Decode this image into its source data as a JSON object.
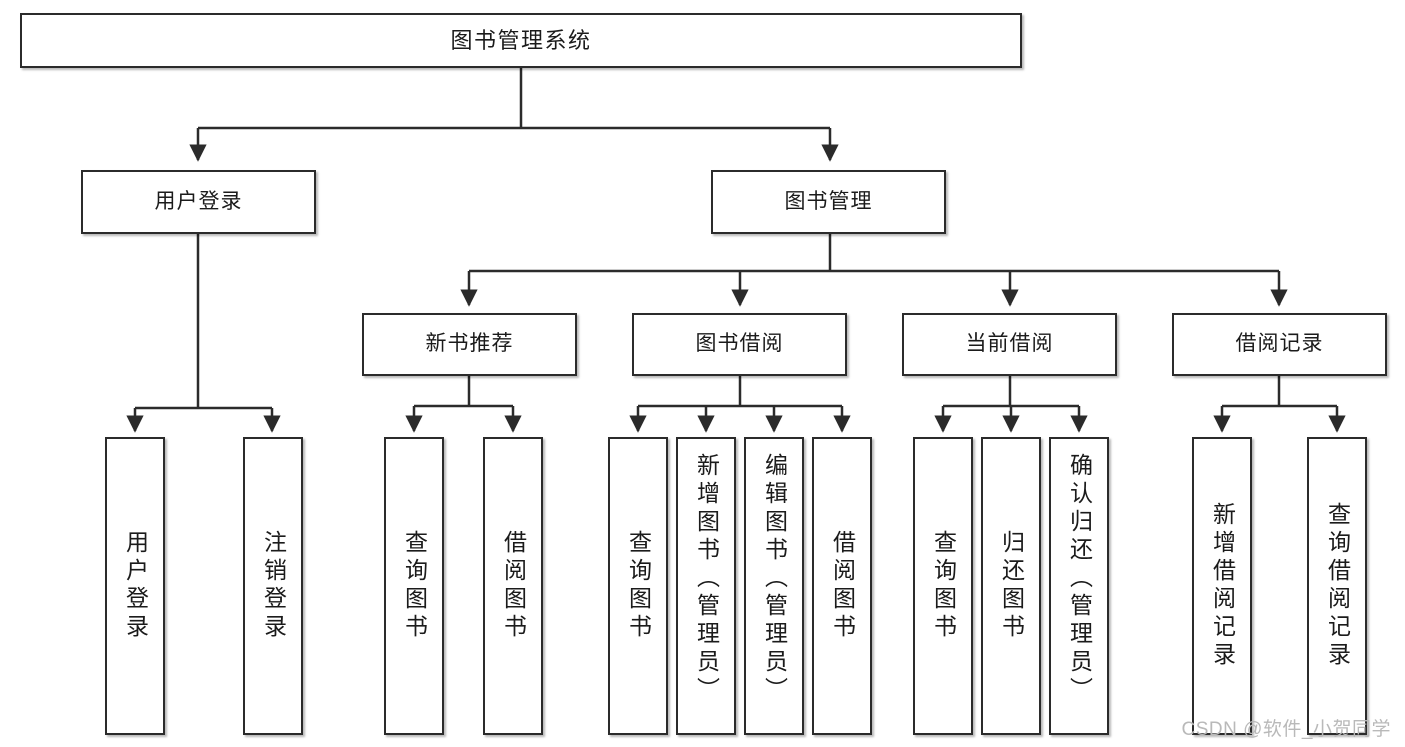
{
  "diagram": {
    "type": "tree",
    "title": "图书管理系统",
    "root": {
      "id": "root",
      "label": "图书管理系统"
    },
    "level2": [
      {
        "id": "user-login",
        "label": "用户登录"
      },
      {
        "id": "book-manage",
        "label": "图书管理"
      }
    ],
    "level3": [
      {
        "id": "new-book-recommend",
        "label": "新书推荐"
      },
      {
        "id": "book-borrow",
        "label": "图书借阅"
      },
      {
        "id": "current-borrow",
        "label": "当前借阅"
      },
      {
        "id": "borrow-record",
        "label": "借阅记录"
      }
    ],
    "leaves": {
      "user_login": [
        {
          "id": "leaf-user-login",
          "label": "用户登录"
        },
        {
          "id": "leaf-logout-login",
          "label": "注销登录"
        }
      ],
      "new_book_recommend": [
        {
          "id": "leaf-query-book-1",
          "label": "查询图书"
        },
        {
          "id": "leaf-borrow-book-1",
          "label": "借阅图书"
        }
      ],
      "book_borrow": [
        {
          "id": "leaf-query-book-2",
          "label": "查询图书"
        },
        {
          "id": "leaf-add-book",
          "label": "新增图书（管理员）"
        },
        {
          "id": "leaf-edit-book",
          "label": "编辑图书（管理员）"
        },
        {
          "id": "leaf-borrow-book-2",
          "label": "借阅图书"
        }
      ],
      "current_borrow": [
        {
          "id": "leaf-query-book-3",
          "label": "查询图书"
        },
        {
          "id": "leaf-return-book",
          "label": "归还图书"
        },
        {
          "id": "leaf-confirm-return",
          "label": "确认归还（管理员）"
        }
      ],
      "borrow_record": [
        {
          "id": "leaf-add-record",
          "label": "新增借阅记录"
        },
        {
          "id": "leaf-query-record",
          "label": "查询借阅记录"
        }
      ]
    }
  },
  "colors": {
    "box_border": "#2b2b2b",
    "box_fill": "#ffffff",
    "connector": "#2b2b2b",
    "text": "#1b1b1b",
    "watermark": "#b9b9b9",
    "background": "#ffffff"
  },
  "watermark": {
    "text": "CSDN @软件_小贺同学"
  }
}
